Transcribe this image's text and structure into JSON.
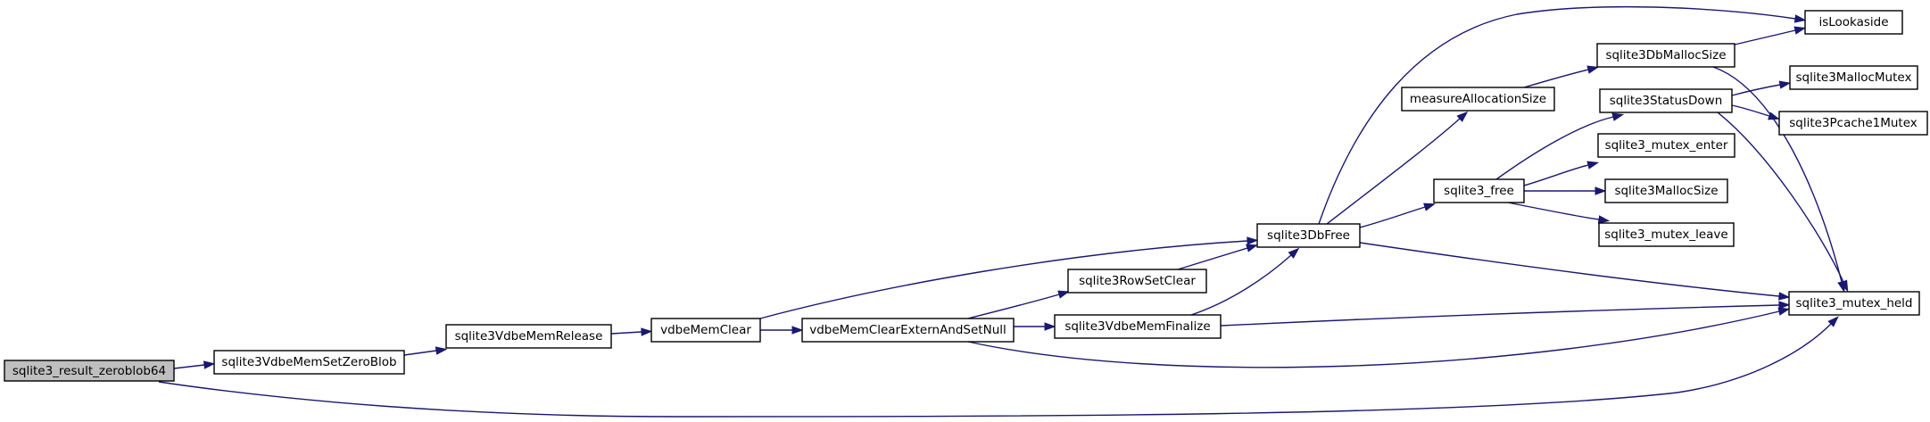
{
  "graph": {
    "colors": {
      "edge": "#191970",
      "root_fill": "#bfbfbf",
      "node_fill": "#ffffff",
      "border": "#000000"
    },
    "nodes": {
      "root": "sqlite3_result_zeroblob64",
      "setzeroblob": "sqlite3VdbeMemSetZeroBlob",
      "memrelease": "sqlite3VdbeMemRelease",
      "memclear": "vdbeMemClear",
      "externnull": "vdbeMemClearExternAndSetNull",
      "rowsetclear": "sqlite3RowSetClear",
      "memfinalize": "sqlite3VdbeMemFinalize",
      "dbfree": "sqlite3DbFree",
      "measure": "measureAllocationSize",
      "free": "sqlite3_free",
      "dbmallocsize": "sqlite3DbMallocSize",
      "statusdown": "sqlite3StatusDown",
      "mutexenter": "sqlite3_mutex_enter",
      "mallocsize": "sqlite3MallocSize",
      "mutexleave": "sqlite3_mutex_leave",
      "islookaside": "isLookaside",
      "mallocmutex": "sqlite3MallocMutex",
      "pcache1mutex": "sqlite3Pcache1Mutex",
      "mutexheld": "sqlite3_mutex_held"
    },
    "edges": [
      [
        "root",
        "setzeroblob"
      ],
      [
        "root",
        "mutexheld"
      ],
      [
        "setzeroblob",
        "memrelease"
      ],
      [
        "memrelease",
        "memclear"
      ],
      [
        "memclear",
        "externnull"
      ],
      [
        "memclear",
        "dbfree"
      ],
      [
        "externnull",
        "rowsetclear"
      ],
      [
        "externnull",
        "memfinalize"
      ],
      [
        "externnull",
        "mutexheld"
      ],
      [
        "rowsetclear",
        "dbfree"
      ],
      [
        "memfinalize",
        "dbfree"
      ],
      [
        "memfinalize",
        "mutexheld"
      ],
      [
        "dbfree",
        "islookaside"
      ],
      [
        "dbfree",
        "measure"
      ],
      [
        "dbfree",
        "free"
      ],
      [
        "dbfree",
        "mutexheld"
      ],
      [
        "measure",
        "dbmallocsize"
      ],
      [
        "dbmallocsize",
        "islookaside"
      ],
      [
        "dbmallocsize",
        "mutexheld"
      ],
      [
        "free",
        "statusdown"
      ],
      [
        "free",
        "mutexenter"
      ],
      [
        "free",
        "mallocsize"
      ],
      [
        "free",
        "mutexleave"
      ],
      [
        "statusdown",
        "mallocmutex"
      ],
      [
        "statusdown",
        "pcache1mutex"
      ],
      [
        "statusdown",
        "mutexheld"
      ]
    ]
  }
}
